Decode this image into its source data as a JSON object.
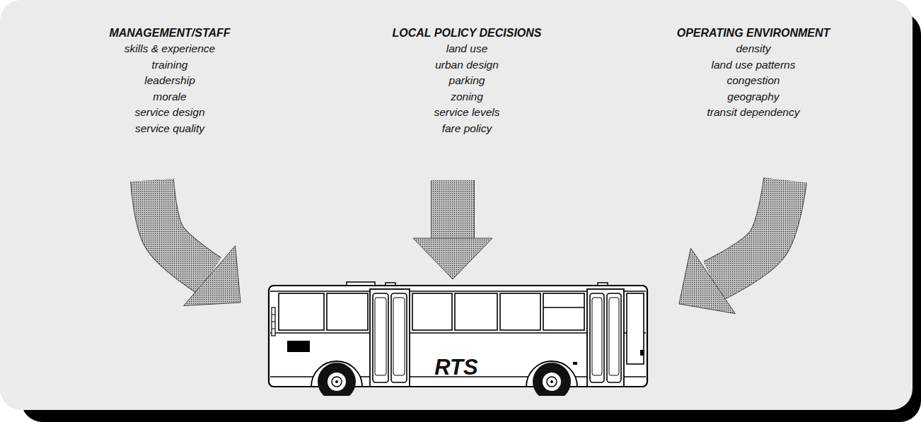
{
  "diagram": {
    "nodes": [
      {
        "text": [
          "MANAGEMENT/STAFF",
          "skills & experience",
          "training",
          "leadership",
          "morale",
          "service design",
          "service quality"
        ]
      },
      {
        "text": [
          "LOCAL POLICY DECISIONS",
          "land use",
          "urban design",
          "parking",
          "zoning",
          "service levels",
          "fare policy"
        ]
      },
      {
        "text": [
          "OPERATING ENVIRONMENT",
          "density",
          "land use patterns",
          "congestion",
          "geography",
          "transit dependency"
        ]
      },
      {
        "text": [
          "RTS"
        ]
      }
    ],
    "edges": [
      {
        "from": 0,
        "to": 3,
        "arrow": "to"
      },
      {
        "from": 1,
        "to": 3,
        "arrow": "to"
      },
      {
        "from": 2,
        "to": 3,
        "arrow": "to"
      }
    ]
  }
}
